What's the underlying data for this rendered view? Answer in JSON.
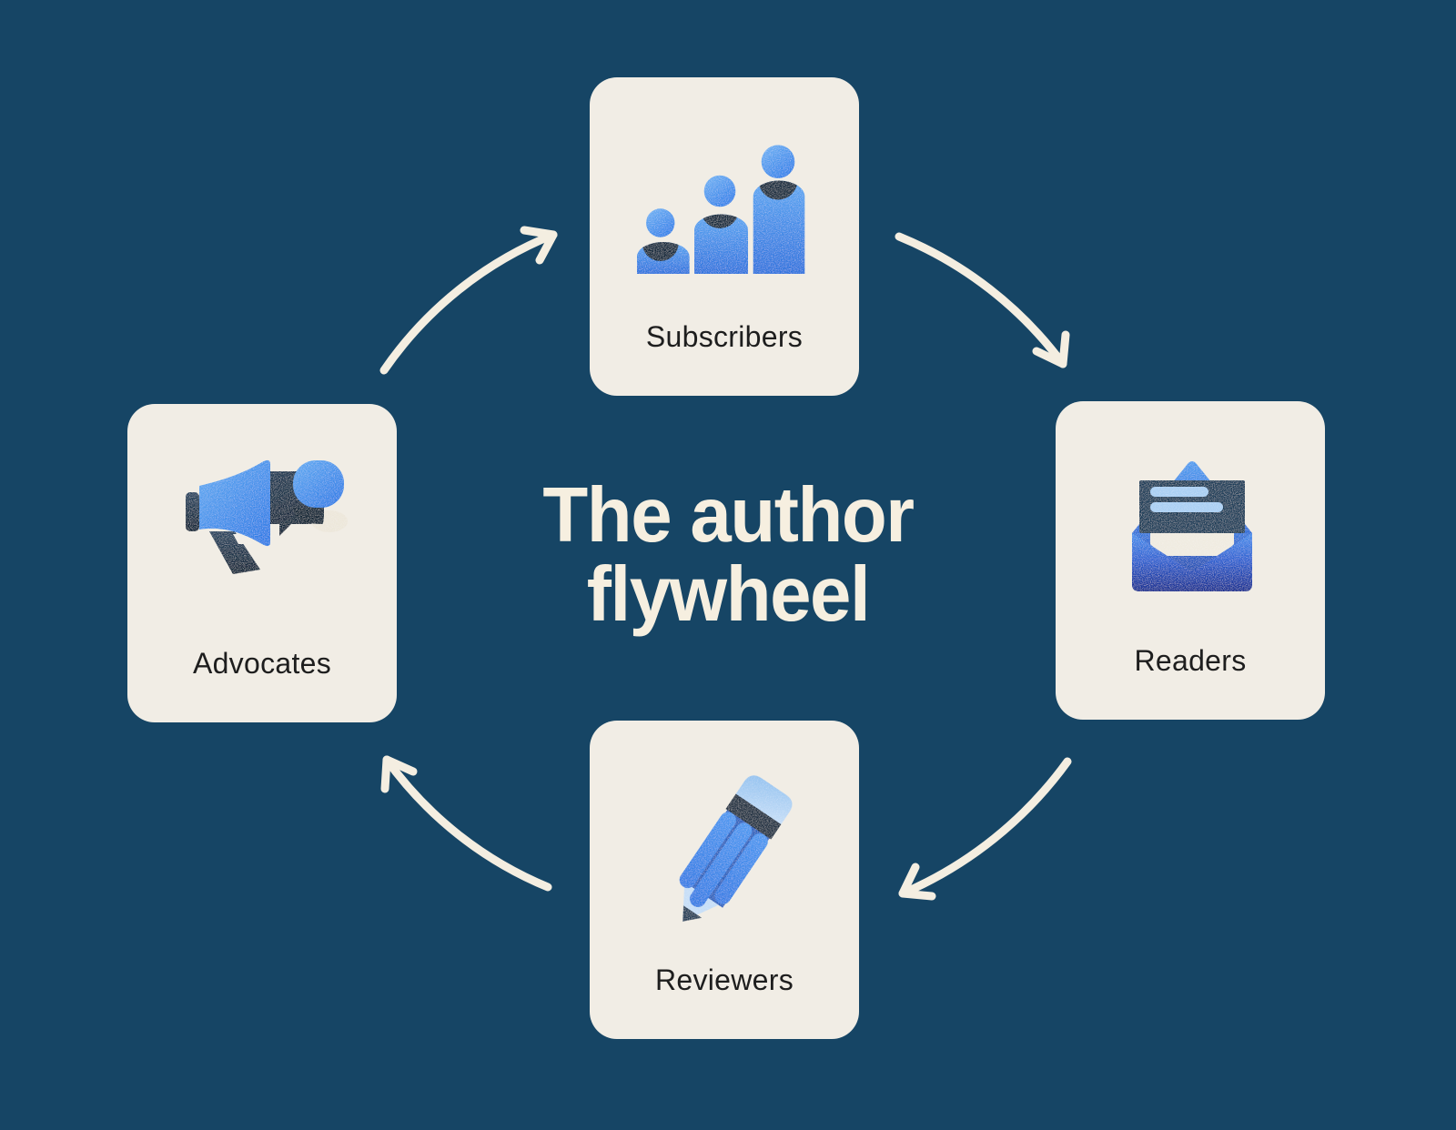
{
  "title": {
    "line1": "The author",
    "line2": "flywheel"
  },
  "cards": {
    "subscribers": {
      "label": "Subscribers",
      "icon": "people-growth-icon"
    },
    "readers": {
      "label": "Readers",
      "icon": "open-envelope-icon"
    },
    "reviewers": {
      "label": "Reviewers",
      "icon": "pencil-icon"
    },
    "advocates": {
      "label": "Advocates",
      "icon": "megaphone-icon"
    }
  },
  "flow": {
    "direction": "clockwise",
    "sequence": [
      "Advocates",
      "Subscribers",
      "Readers",
      "Reviewers"
    ]
  },
  "colors": {
    "background": "#164565",
    "card": "#F1EDE5",
    "title": "#F6EFE0",
    "arrow": "#F4EEE1",
    "label": "#1E1E1E",
    "icon_blue": "#3E8DEE",
    "icon_light_blue": "#A9CFF3",
    "icon_navy": "#14293C",
    "envelope_deep_blue": "#152C90"
  }
}
